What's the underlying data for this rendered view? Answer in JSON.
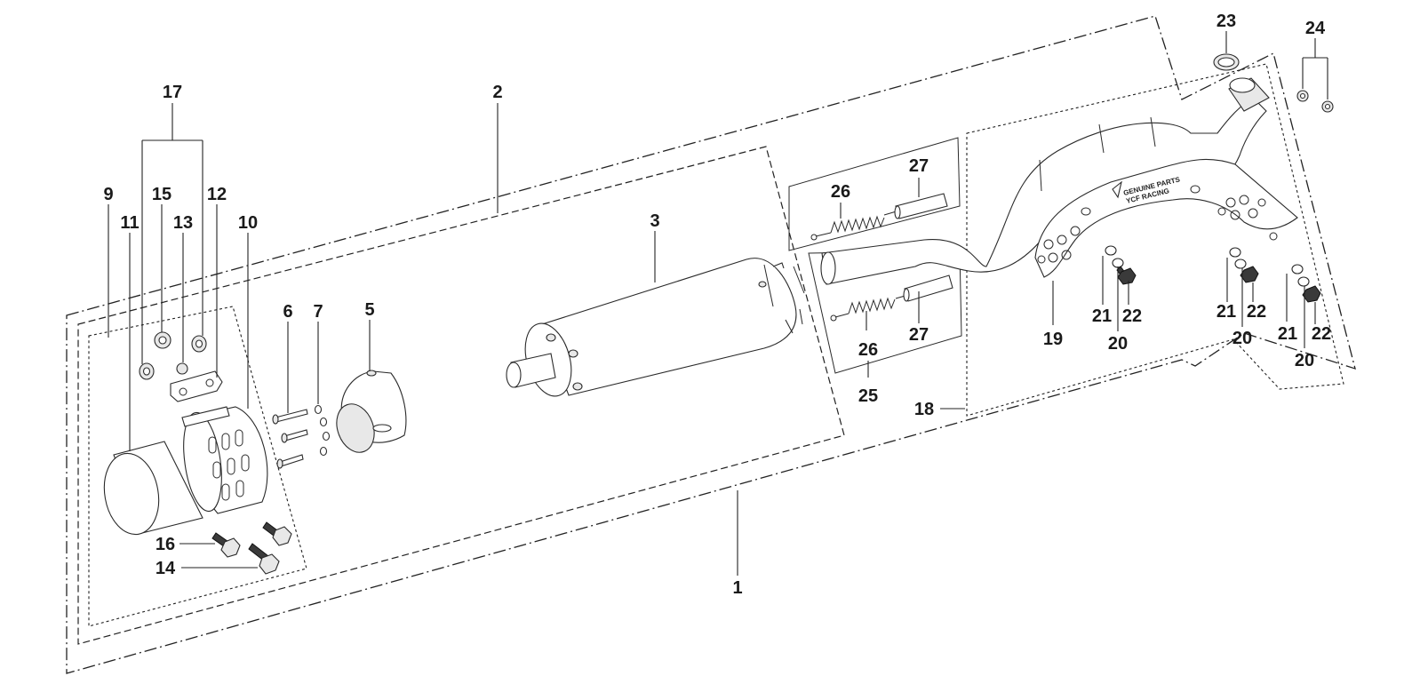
{
  "labels": {
    "p1": "1",
    "p2": "2",
    "p3": "3",
    "p5": "5",
    "p6": "6",
    "p7": "7",
    "p9": "9",
    "p10": "10",
    "p11": "11",
    "p12": "12",
    "p13": "13",
    "p14": "14",
    "p15": "15",
    "p16": "16",
    "p17": "17",
    "p18": "18",
    "p19": "19",
    "p20a": "20",
    "p20b": "20",
    "p20c": "20",
    "p21a": "21",
    "p21b": "21",
    "p21c": "21",
    "p22a": "22",
    "p22b": "22",
    "p22c": "22",
    "p23": "23",
    "p24": "24",
    "p25": "25",
    "p26a": "26",
    "p26b": "26",
    "p27a": "27",
    "p27b": "27"
  },
  "heatshield_logo": {
    "line1": "GENUINE PARTS",
    "line2": "YCF RACING"
  }
}
